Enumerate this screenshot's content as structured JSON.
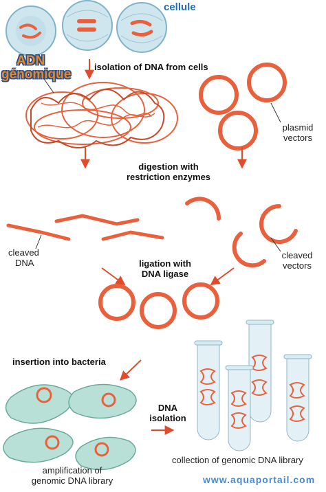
{
  "labels": {
    "cellule": "cellule",
    "adn_line1": "ADN",
    "adn_line2": "génomique",
    "step_isolation": "isolation of DNA from cells",
    "plasmid_line1": "plasmid",
    "plasmid_line2": "vectors",
    "digestion_line1": "digestion with",
    "digestion_line2": "restriction enzymes",
    "cleaved_dna_line1": "cleaved",
    "cleaved_dna_line2": "DNA",
    "cleaved_vec_line1": "cleaved",
    "cleaved_vec_line2": "vectors",
    "ligation_line1": "ligation with",
    "ligation_line2": "DNA ligase",
    "insertion": "insertion into bacteria",
    "dna_iso_line1": "DNA",
    "dna_iso_line2": "isolation",
    "collection": "collection of genomic DNA library",
    "amplification_line1": "amplification of",
    "amplification_line2": "genomic DNA library",
    "watermark": "www.aquaportail.com"
  },
  "colors": {
    "dna": "#e8603c",
    "dna_dark": "#c44a28",
    "cell_fill": "#cfe6ef",
    "cell_edge": "#7fb3c8",
    "bacteria_fill": "#b9e0d6",
    "bacteria_edge": "#6aa99a",
    "arrow": "#e14a2a",
    "tube_glass": "#e3f1f6",
    "tube_edge": "#8fb6c6"
  }
}
